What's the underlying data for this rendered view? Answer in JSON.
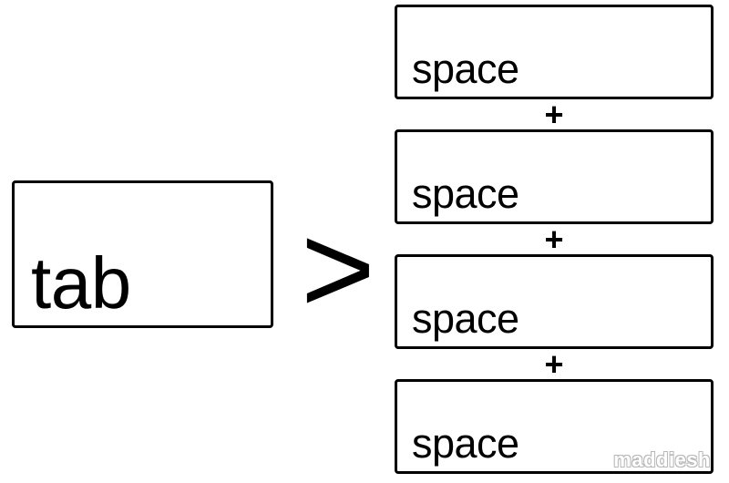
{
  "left_key": {
    "label": "tab"
  },
  "operator": {
    "symbol": ">"
  },
  "right_keys": [
    {
      "label": "space"
    },
    {
      "label": "space"
    },
    {
      "label": "space"
    },
    {
      "label": "space"
    }
  ],
  "joiners": [
    "+",
    "+",
    "+"
  ],
  "watermark": {
    "text": "maddiesh"
  }
}
